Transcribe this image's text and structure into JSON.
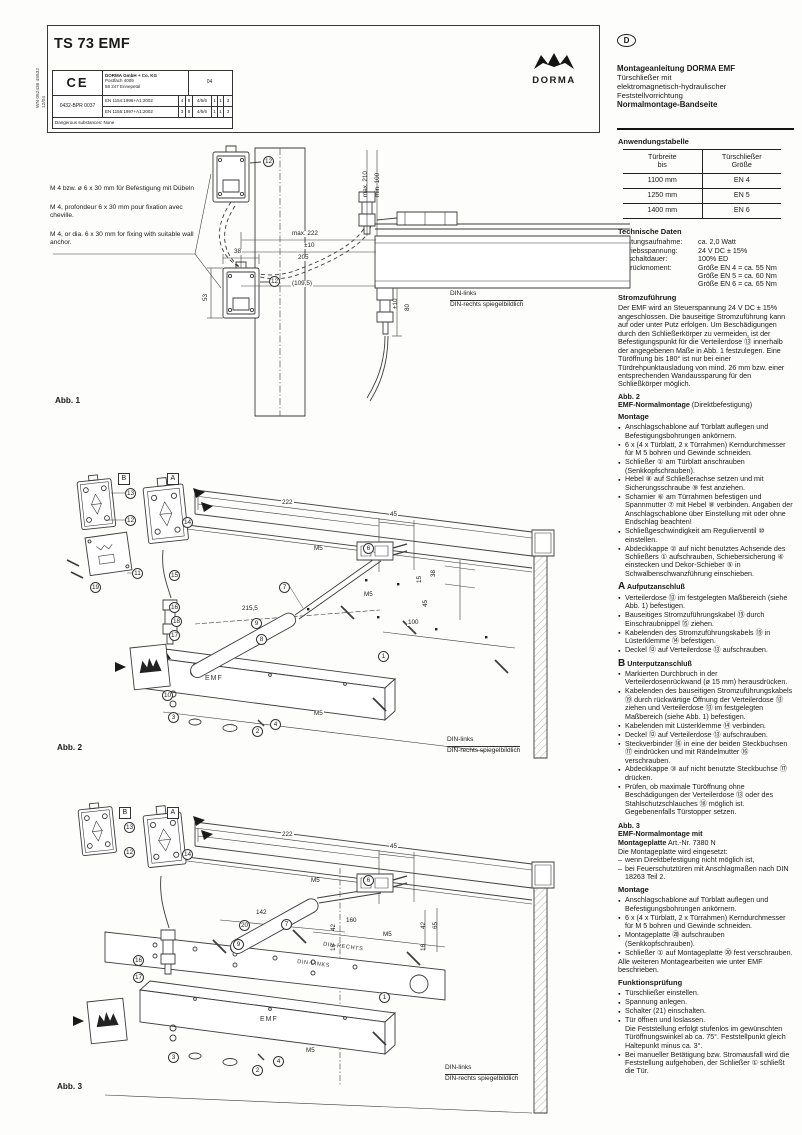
{
  "edge": {
    "code": "WN 052436 45532",
    "date": "12/04"
  },
  "header": {
    "product": "TS 73 EMF",
    "brand": "DORMA",
    "lang": "D",
    "ce": {
      "mark": "CE",
      "company": "DORMA GmbH + Co. KG",
      "addr1": "Postfach 4009",
      "addr2": "58 247 Ennepetal",
      "year": "04",
      "cert": "0432-BPR 0037",
      "std1": "EN 1154:1996+A1:2002",
      "std1_vals": [
        "4",
        "8",
        "4/5/6",
        "1",
        "1",
        "3"
      ],
      "std2": "EN 1155:1997+A1:2002",
      "std2_vals": [
        "3",
        "8",
        "4/5/6",
        "1",
        "1",
        "3"
      ],
      "dangerous": "Dangerous substances: None"
    },
    "title_bold": "Montageanleitung DORMA EMF",
    "title_lines": [
      "Türschließer mit",
      "elektromagnetisch-hydraulischer",
      "Feststellvorrichtung"
    ],
    "subtitle": "Normalmontage-Bandseite"
  },
  "right": {
    "anwendung": {
      "title": "Anwendungstabelle",
      "col1": [
        "Türbreite",
        "bis"
      ],
      "col2": [
        "Türschließer",
        "Größe"
      ],
      "rows": [
        [
          "1100 mm",
          "EN 4"
        ],
        [
          "1250 mm",
          "EN 5"
        ],
        [
          "1400 mm",
          "EN 6"
        ]
      ]
    },
    "tech": {
      "title": "Technische Daten",
      "rows": [
        [
          "Leistungsaufnahme:",
          "ca. 2,0 Watt"
        ],
        [
          "Betriebsspannung:",
          "24 V DC ± 15%"
        ],
        [
          "Einschaltdauer:",
          "100% ED"
        ],
        [
          "Ausrückmoment:",
          "Größe EN 4 = ca. 55 Nm"
        ],
        [
          "",
          "Größe EN 5 = ca. 60 Nm"
        ],
        [
          "",
          "Größe EN 6 = ca. 65 Nm"
        ]
      ]
    },
    "strom": {
      "title": "Stromzuführung",
      "body": "Der EMF wird an Steuerspannung 24 V DC ± 15% angeschlossen. Die bauseitige Stromzuführung kann auf oder unter Putz erfolgen. Um Beschädigungen durch den Schließerkörper zu vermeiden, ist der Befestigungspunkt für die Verteilerdose ⑬ innerhalb der angegebenen Maße in Abb. 1 festzulegen. Eine Türöffnung bis 180° ist nur bei einer Türdrehpunktausladung von mind. 26 mm bzw. einer entsprechenden Wandaussparung für den Schließkörper möglich."
    },
    "abb2head": {
      "label": "Abb. 2",
      "bold": "EMF-Normalmontage",
      "normal": " (Direktbefestigung)"
    },
    "montage1": {
      "title": "Montage",
      "items": [
        "Anschlagschablone auf Türblatt auflegen und Befestigungsbohrungen ankörnern.",
        "6 x (4 x Türblatt, 2 x Türrahmen) Kerndurchmesser für M 5 bohren und Gewinde schneiden.",
        "Schließer ① am Türblatt anschrauben (Senkkopfschrauben).",
        "Hebel ⑧ auf Schließerachse setzen und mit Sicherungsschraube ⑨ fest anziehen.",
        "Scharnier ⑥ am Türrahmen befestigen und Spannmutter ⑦ mit Hebel ⑧ verbinden. Angaben der Anschlagschablone über Einstellung mit oder ohne Endschlag beachten!",
        "Schließgeschwindigkeit am Regulierventil ⑩ einstellen.",
        "Abdeckkappe ② auf nicht benutztes Achsende des Schließers ① aufschrauben, Schiebersicherung ④ einstecken und Dekor-Schieber ⑤ in Schwalbenschwanzführung einschieben."
      ]
    },
    "secA": {
      "letter": "A",
      "title": "Aufputzanschluß",
      "items": [
        "Verteilerdose ⑬ im festgelegten Maßbereich (siehe Abb. 1) befestigen.",
        "Bauseitiges Stromzuführungskabel ⑲ durch Einschraubnippel ⑮ ziehen.",
        "Kabelenden des Stromzuführungskabels ⑲ in Lüsterklemme ⑭ befestigen.",
        "Deckel ⑫ auf Verteilerdose ⑬ aufschrauben."
      ]
    },
    "secB": {
      "letter": "B",
      "title": "Unterputzanschluß",
      "items": [
        "Markierten Durchbruch in der Verteilerdosenrückwand (ø 15 mm) herausdrücken.",
        "Kabelenden des bauseitigen Stromzuführungskabels ⑲ durch rückwärtige Öffnung der Verteilerdose ⑬ ziehen und Verteilerdose ⑬ im festgelegten Maßbereich (siehe Abb. 1) befestigen.",
        "Kabelenden mit Lüsterklemme ⑭ verbinden.",
        "Deckel ⑫ auf Verteilerdose ⑬ aufschrauben.",
        "Steckverbinder ⑯ in eine der beiden Steckbuchsen ⑰ eindrücken und mit Rändelmutter ⑯ verschrauben.",
        "Abdeckkappe ③ auf nicht benutzte Steckbuchse ⑰ drücken.",
        "Prüfen, ob maximale Türöffnung ohne Beschädigungen der Verteilerdose ⑬ oder des Stahlschutzschlauches ⑱ möglich ist. Gegebenenfalls Türstopper setzen."
      ]
    },
    "abb3head": {
      "label": "Abb. 3",
      "bold1": "EMF-Normalmontage mit",
      "bold2": "Montageplatte",
      "normal2": " Art.-Nr. 7380 N",
      "intro": "Die Montageplatte wird eingesetzt:",
      "dashes": [
        "wenn Direktbefestigung nicht möglich ist,",
        "bei Feuerschutztüren mit Anschlagmaßen nach DIN 18263 Teil 2."
      ]
    },
    "montage2": {
      "title": "Montage",
      "items": [
        "Anschlagschablone auf Türblatt auflegen und Befestigungsbohrungen ankörnern.",
        "6 x (4 x Türblatt, 2 x Türrahmen) Kerndurchmesser für M 5 bohren und Gewinde schneiden.",
        "Montageplatte ⑳ aufschrauben (Senkkopfschrauben).",
        "Schließer ① auf Montageplatte ⑳ fest verschrauben."
      ],
      "footer": "Alle weiteren Montagearbeiten wie unter EMF beschrieben."
    },
    "funktion": {
      "title": "Funktionsprüfung",
      "items": [
        "Türschließer einstellen.",
        "Spannung anlegen.",
        "Schalter (21) einschalten.",
        "Tür öffnen und loslassen.\nDie Feststellung erfolgt stufenlos im gewünschten Türöffnungswinkel ab ca. 75°. Feststellpunkt gleich Haltepunkt minus ca. 3°.",
        "Bei manueller Betätigung bzw. Stromausfall wird die Feststellung aufgehoben, der Schließer ① schließt die Tür."
      ]
    }
  },
  "figures": {
    "fig1": {
      "caption": "Abb. 1",
      "notes": [
        "M 4 bzw. ø 6 x 30 mm für Befestigung mit Dübeln",
        "M 4, profondeur 6 x 30 mm pour fixation avec cheville.",
        "M 4, or dia. 6 x 30 mm for fixing with suitable wall anchor."
      ],
      "din1": "DIN-links",
      "din2": "DIN-rechts spiegelbildlich",
      "dims": {
        "a": "max. 222",
        "b": "±10",
        "c": "205",
        "d": "38",
        "e": "53",
        "f": "(109,5)",
        "g": "max. 210",
        "h": "min. 100",
        "i": "±10",
        "j": "80"
      },
      "c12": "12"
    },
    "fig2": {
      "caption": "Abb. 2",
      "emf": "EMF",
      "boxA": "A",
      "boxB": "B",
      "din1": "DIN-links",
      "din2": "DIN-rechts spiegelbildlich",
      "dims": {
        "d222": "222",
        "d45": "45",
        "m5": "M5",
        "d2155": "215,5",
        "d100": "100",
        "d38": "38",
        "d15": "15",
        "d45b": "45"
      },
      "callouts": {
        "c1": "1",
        "c2": "2",
        "c3": "3",
        "c4": "4",
        "c6": "6",
        "c7": "7",
        "c8": "8",
        "c9": "9",
        "c10": "10",
        "c11": "11",
        "c12": "12",
        "c13": "13",
        "c14": "14",
        "c15": "15",
        "c16": "16",
        "c17": "17",
        "c18": "18",
        "c19": "19"
      }
    },
    "fig3": {
      "caption": "Abb. 3",
      "emf": "EMF",
      "boxA": "A",
      "boxB": "B",
      "plate1": "DIN-RECHTS",
      "plate2": "DIN-LINKS",
      "din1": "DIN-links",
      "din2": "DIN-rechts spiegelbildlich",
      "dims": {
        "d222": "222",
        "d45": "45",
        "m5": "M5",
        "d142": "142",
        "d160": "160",
        "d42": "42",
        "d65": "65",
        "d16": "16"
      },
      "callouts": {
        "c1": "1",
        "c2": "2",
        "c3": "3",
        "c4": "4",
        "c6": "6",
        "c7": "7",
        "c9": "9",
        "c12": "12",
        "c13": "13",
        "c14": "14",
        "c16": "16",
        "c17": "17",
        "c20": "20"
      }
    }
  }
}
